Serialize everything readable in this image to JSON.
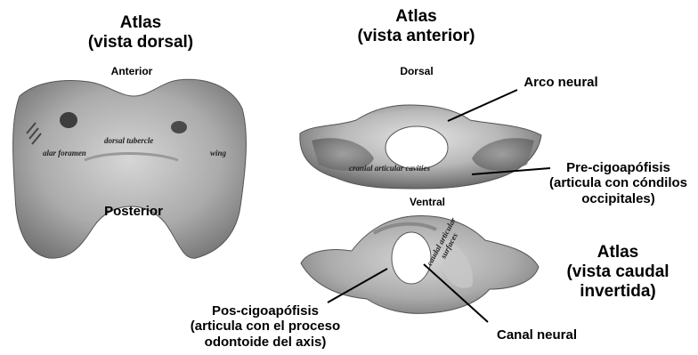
{
  "titles": {
    "dorsal_line1": "Atlas",
    "dorsal_line2": "(vista dorsal)",
    "anterior_line1": "Atlas",
    "anterior_line2": "(vista anterior)",
    "caudal_line1": "Atlas",
    "caudal_line2": "(vista caudal",
    "caudal_line3": "invertida)"
  },
  "dorsal_view": {
    "top": "Anterior",
    "bottom": "Posterior",
    "alar_foramen": "alar foramen",
    "dorsal_tubercle": "dorsal tubercle",
    "wing": "wing"
  },
  "anterior_view": {
    "top": "Dorsal",
    "bottom": "Ventral",
    "cranial_articular": "cranial articular cavities"
  },
  "caudal_view": {
    "caudal_articular_1": "caudal articular",
    "caudal_articular_2": "surfaces"
  },
  "labels": {
    "arco_neural": "Arco neural",
    "pre_cigo_1": "Pre-cigoapófisis",
    "pre_cigo_2": "(articula con cóndilos",
    "pre_cigo_3": "occipitales)",
    "pos_cigo_1": "Pos-cigoapófisis",
    "pos_cigo_2": "(articula con el proceso",
    "pos_cigo_3": "odontoide del axis)",
    "canal_neural": "Canal neural"
  },
  "colors": {
    "bone_light": "#d8d8d8",
    "bone_mid": "#a9a9a9",
    "bone_dark": "#6f6f6f",
    "line": "#000000"
  }
}
